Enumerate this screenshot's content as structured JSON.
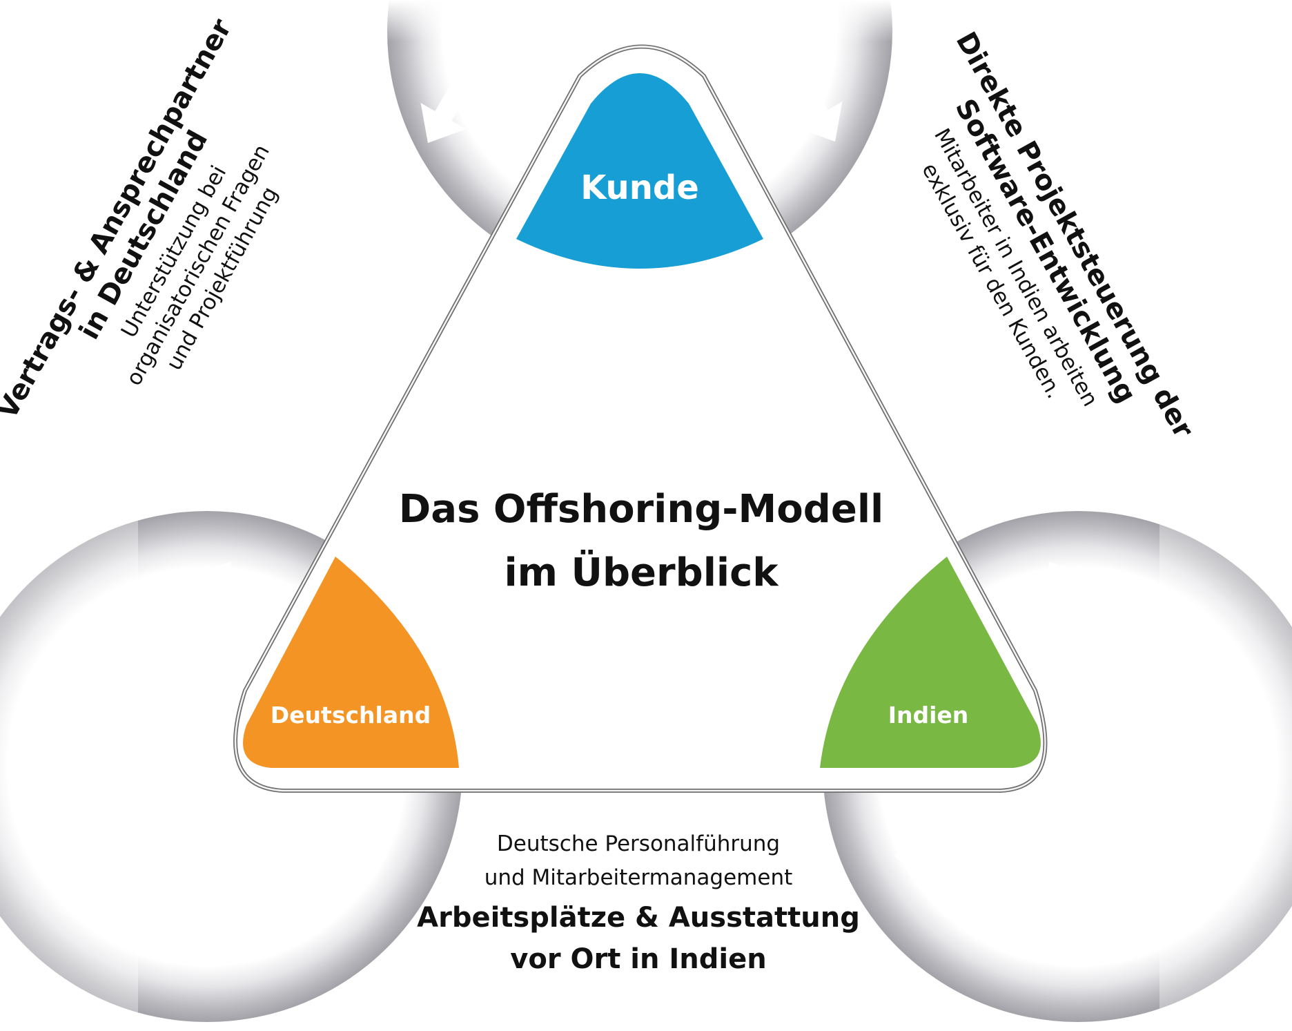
{
  "title": {
    "line1": "Das Offshoring-Modell",
    "line2": "im Überblick"
  },
  "nodes": {
    "kunde": {
      "label": "Kunde",
      "color": "#179ed4"
    },
    "deutschland": {
      "label": "Deutschland",
      "color": "#f39425"
    },
    "indien": {
      "label": "Indien",
      "color": "#79b843"
    }
  },
  "left_text": {
    "heading1": "Vertrags- & Ansprechpartner",
    "heading2": "in Deutschland",
    "sub1": "Unterstützung bei",
    "sub2": "organisatorischen Fragen",
    "sub3": "und Projektführung"
  },
  "right_text": {
    "heading1": "Direkte Projektsteuerung der",
    "heading2": "Software-Entwicklung",
    "sub1": "Mitarbeiter in Indien arbeiten",
    "sub2": "exklusiv für den Kunden."
  },
  "bottom_text": {
    "sub1": "Deutsche Personalführung",
    "sub2": "und Mitarbeitermanagement",
    "heading1": "Arbeitsplätze & Ausstattung",
    "heading2": "vor Ort in Indien"
  }
}
